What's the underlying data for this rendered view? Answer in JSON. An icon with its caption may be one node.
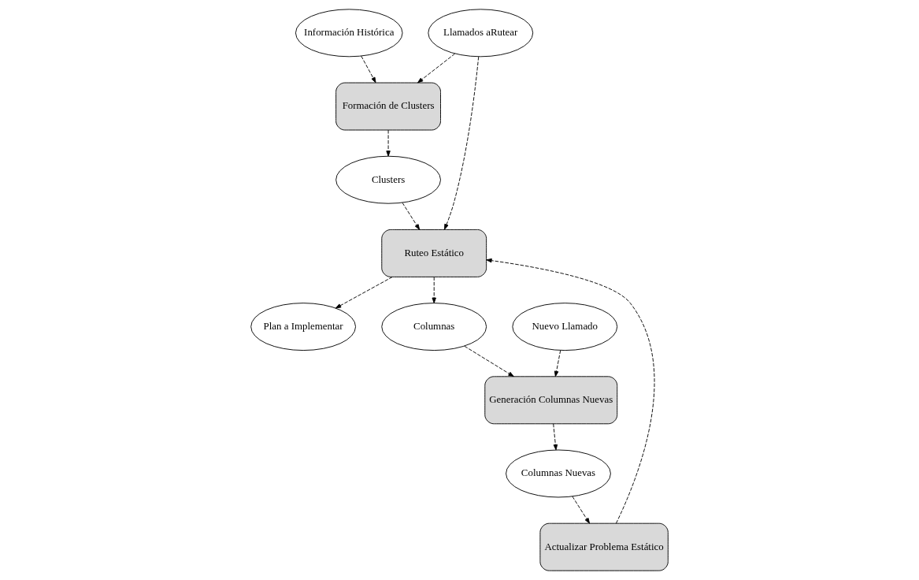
{
  "diagram": {
    "nodes": [
      {
        "text": [
          "Información Histórica"
        ]
      },
      {
        "text": [
          "Formación de Clusters"
        ]
      },
      {
        "text": [
          "Llamados aRutear"
        ]
      },
      {
        "text": [
          "Clusters"
        ]
      },
      {
        "text": [
          "Ruteo Estático"
        ]
      },
      {
        "text": [
          "Actualizar Problema Estático"
        ]
      },
      {
        "text": [
          "Columnas Nuevas"
        ]
      },
      {
        "text": [
          "Plan a Implementar"
        ]
      },
      {
        "text": [
          "Columnas"
        ]
      },
      {
        "text": [
          "Generación Columnas Nuevas"
        ]
      },
      {
        "text": [
          "Nuevo Llamado"
        ]
      }
    ],
    "edges": [
      {
        "from": 0,
        "to": 1,
        "arrow": "to",
        "style": "dashed"
      },
      {
        "from": 2,
        "to": 1,
        "arrow": "to",
        "style": "dashed"
      },
      {
        "from": 1,
        "to": 3,
        "arrow": "to",
        "style": "dashed"
      },
      {
        "from": 2,
        "to": 4,
        "arrow": "to",
        "style": "dashed"
      },
      {
        "from": 3,
        "to": 4,
        "arrow": "to",
        "style": "dashed"
      },
      {
        "from": 5,
        "to": 4,
        "arrow": "to",
        "style": "dashed"
      },
      {
        "from": 6,
        "to": 5,
        "arrow": "to",
        "style": "dashed"
      },
      {
        "from": 4,
        "to": 7,
        "arrow": "to",
        "style": "dashed"
      },
      {
        "from": 4,
        "to": 8,
        "arrow": "to",
        "style": "dashed"
      },
      {
        "from": 8,
        "to": 9,
        "arrow": "to",
        "style": "dashed"
      },
      {
        "from": 10,
        "to": 9,
        "arrow": "to",
        "style": "dashed"
      },
      {
        "from": 9,
        "to": 6,
        "arrow": "to",
        "style": "dashed"
      }
    ]
  }
}
